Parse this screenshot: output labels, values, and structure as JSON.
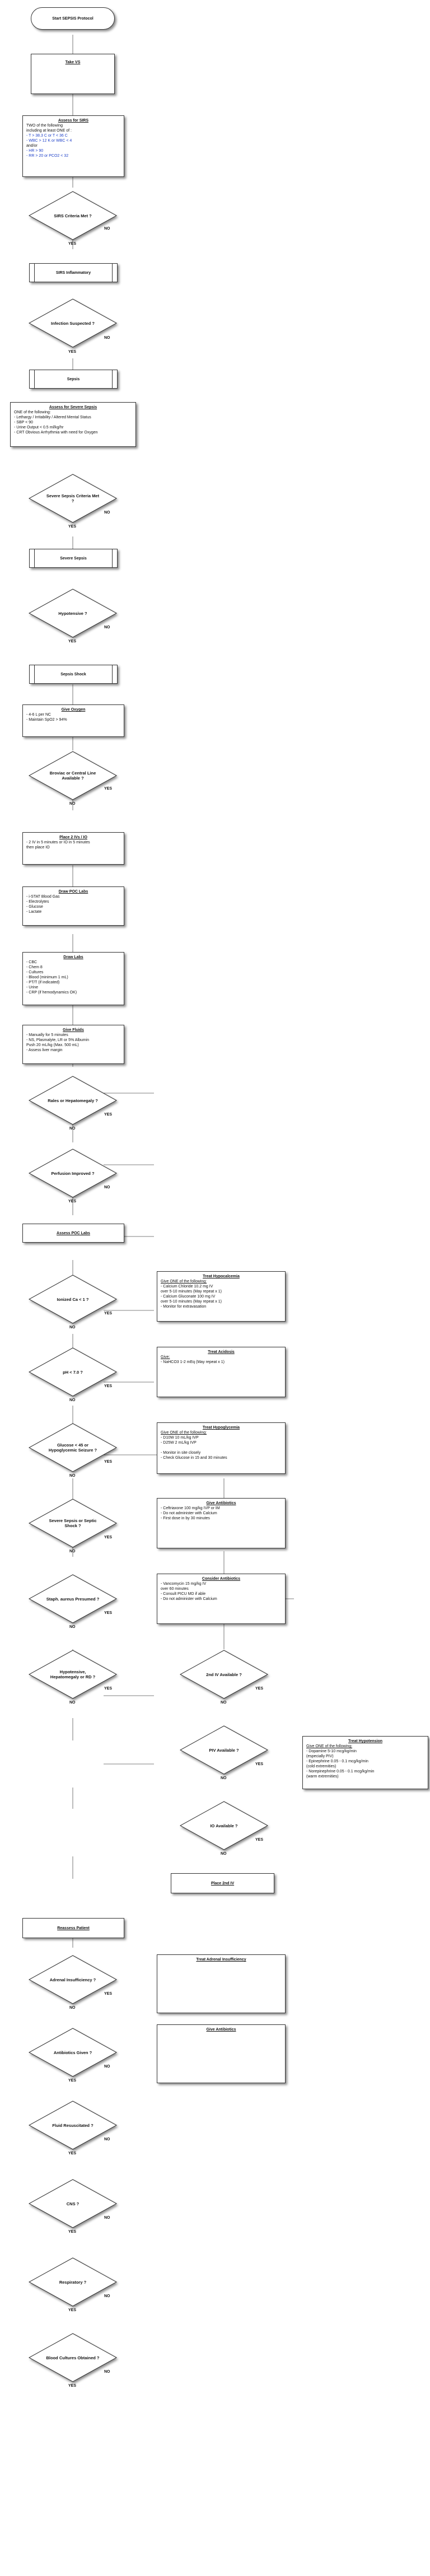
{
  "start": "Start SEPSIS Protocol",
  "take_vs": "Take VS",
  "sirs_assess": {
    "title": "Assess for SIRS",
    "lines": [
      "TWO of the following",
      "including at least ONE of :",
      "- T > 38.3 C or T < 36 C",
      "- WBC > 12 K or WBC < 4",
      "and/or",
      "- HR > 90",
      "- RR > 20 or PCO2 < 32"
    ]
  },
  "sirs_met": "SIRS Criteria Met ?",
  "sirs_inflammatory": "SIRS Inflammatory",
  "infection_suspected": "Infection Suspected ?",
  "sepsis": "Sepsis",
  "severe_assess": {
    "title": "Assess for Severe Sepsis",
    "lines": [
      "ONE of the following:",
      "- Lethargy / Irritability / Altered Mental Status",
      "- SBP < 90",
      "- Urine Output < 0.5 ml/kg/hr",
      "- CRT Obvious Arrhythmia with need for Oxygen"
    ]
  },
  "severe_met": "Severe Sepsis Criteria Met ?",
  "severe_sepsis": "Severe Sepsis",
  "hypotensive": "Hypotensive ?",
  "septic_shock": "Sepsis Shock",
  "give_oxygen": {
    "title": "Give Oxygen",
    "lines": [
      "- 4-6 L per NC",
      "- Maintain SpO2 > 94%"
    ]
  },
  "broviac": "Broviac or Central Line Available ?",
  "place_iv": {
    "title": "Place 2 IVs / IO",
    "lines": [
      "- 2 IV in 5 minutes or IO in 5 minutes",
      "then place IO"
    ]
  },
  "draw_poc": {
    "title": "Draw POC Labs",
    "lines": [
      "- i-STAT Blood Gas",
      "- Electrolytes",
      "- Glucose",
      "- Lactate"
    ]
  },
  "draw_labs": {
    "title": "Draw Labs",
    "lines": [
      "- CBC",
      "- Chem 8",
      "- Cultures",
      "- Blood (minimum 1 mL)",
      "- PT/T (if indicated)",
      "- Urine",
      "- CRP (if hemodynamics OK)"
    ]
  },
  "give_fluids": {
    "title": "Give Fluids",
    "lines": [
      "- Manually for 5 minutes",
      "- NS, Plasmalyte, LR or 5% Albumin",
      "  Push 20 mL/kg (Max. 500 mL)",
      "- Assess liver margin"
    ]
  },
  "rales": "Rales or Hepatomegaly ?",
  "perfusion": "Perfusion Improved ?",
  "assess_poc": "Assess POC Labs",
  "ionized_ca": "Ionized Ca < 1 ?",
  "ph": "pH < 7.0 ?",
  "glucose": "Glucose < 45 or Hypoglycemic Seizure ?",
  "severe_shock": "Severe Sepsis or Septic Shock ?",
  "staph": "Staph. aureus Presumed ?",
  "hypotensive2": "Hypotensive, Hepatomegaly or RD ?",
  "second_iv": "2nd IV Available ?",
  "piv": "PIV Available ?",
  "io": "IO Available ?",
  "place_2nd_iv": "Place 2nd IV",
  "reassess": "Reassess Patient",
  "adrenal": "Adrenal Insufficiency ?",
  "abx_given": "Antibiotics Given ?",
  "fluid_resusc": "Fluid Resuscitated ?",
  "cns": "CNS ?",
  "respiratory": "Respiratory ?",
  "blood_cultures": "Blood Cultures Obtained ?",
  "treat_hypocalcemia": {
    "title": "Treat Hypocalcemia",
    "lines": [
      "Give ONE of the following:",
      "- Calcium Chloride 10.2 mg IV",
      "  over 5-10 minutes (May repeat x 1)",
      "- Calcium Gluconate 100 mg IV",
      "  over 5-10 minutes (May repeat x 1)",
      "- Monitor for extravasation"
    ]
  },
  "treat_acidosis": {
    "title": "Treat Acidosis",
    "lines": [
      "Give:",
      "- NaHCO3 1-2 mEq (May repeat x 1)"
    ]
  },
  "treat_hypoglycemia": {
    "title": "Treat Hypoglycemia",
    "lines": [
      "Give ONE of the following:",
      "- D10W 10 mL/kg IVP",
      "- D25W 2 mL/kg IVP",
      "",
      "- Monitor in site closely",
      "- Check Glucose in 15 and 30 minutes"
    ]
  },
  "give_antibiotics": {
    "title": "Give Antibiotics",
    "lines": [
      "- Ceftriaxone 100 mg/kg IVP or IM",
      "- Do not administer with Calcium",
      "- First dose in by 30 minutes"
    ]
  },
  "consider_antibiotics": {
    "title": "Consider Antibiotics",
    "lines": [
      "- Vancomycin 15 mg/kg IV",
      "  over 60 minutes",
      "- Consult PICU MD if able",
      "- Do not administer with Calcium"
    ]
  },
  "treat_hypotension": {
    "title": "Treat Hypotension",
    "lines": [
      "Give ONE of the following:",
      "- Dopamine 5-10 mcg/kg/min",
      "  (especially PIV)",
      "- Epinephrine 0.05 - 0.1 mcg/kg/min",
      "  (cold extremities)",
      "- Norepinephrine 0.05 - 0.1 mcg/kg/min",
      "  (warm extremities)"
    ]
  },
  "treat_adrenal": "Treat Adrenal Insufficiency",
  "give_antibiotics2": "Give Antibiotics",
  "yes": "YES",
  "no": "NO"
}
